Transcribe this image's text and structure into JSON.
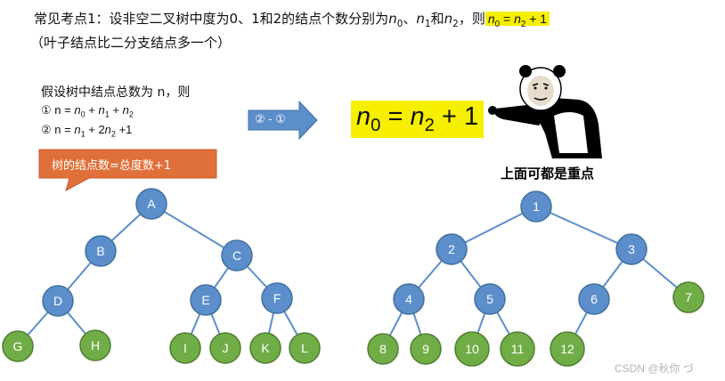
{
  "header": {
    "line1_prefix": "常见考点1：设非空二叉树中度为0、1和2的结点个数分别为",
    "n0": "n",
    "n0_sub": "0",
    "sep1": "、",
    "n1": "n",
    "n1_sub": "1",
    "and": "和",
    "n2": "n",
    "n2_sub": "2",
    "then": "，则",
    "formula_n0": "n",
    "formula_n0_sub": "0",
    "formula_mid": " = ",
    "formula_n2": "n",
    "formula_n2_sub": "2",
    "formula_end": " + 1",
    "line2": "（叶子结点比二分支结点多一个）"
  },
  "derivation": {
    "assume": "假设树中结点总数为 n，则",
    "eq1_mark": "①",
    "eq1_text": " n = ",
    "eq1_a": "n",
    "eq1_a_sub": "0",
    "eq1_plus1": " + ",
    "eq1_b": "n",
    "eq1_b_sub": "1",
    "eq1_plus2": " + ",
    "eq1_c": "n",
    "eq1_c_sub": "2",
    "eq2_mark": "②",
    "eq2_text": " n = ",
    "eq2_a": "n",
    "eq2_a_sub": "1",
    "eq2_plus": " + 2",
    "eq2_b": "n",
    "eq2_b_sub": "2",
    "eq2_end": " +1",
    "callout": "树的结点数=总度数+1"
  },
  "arrow": {
    "label": "② - ①"
  },
  "result": {
    "n0": "n",
    "n0_sub": "0",
    "mid": " = ",
    "n2": "n",
    "n2_sub": "2",
    "end": " + 1"
  },
  "meme": {
    "caption": "上面可都是重点"
  },
  "tree_left": {
    "nodes": [
      "A",
      "B",
      "C",
      "D",
      "E",
      "F",
      "G",
      "H",
      "I",
      "J",
      "K",
      "L"
    ]
  },
  "tree_right": {
    "nodes": [
      "1",
      "2",
      "3",
      "4",
      "5",
      "6",
      "7",
      "8",
      "9",
      "10",
      "11",
      "12"
    ]
  },
  "watermark": "CSDN @秋你 づ",
  "colors": {
    "internal_node": "#5b8ecb",
    "leaf_node": "#70ad47",
    "highlight": "#f6f000",
    "callout": "#e0703a",
    "arrow": "#5b8ecb"
  }
}
